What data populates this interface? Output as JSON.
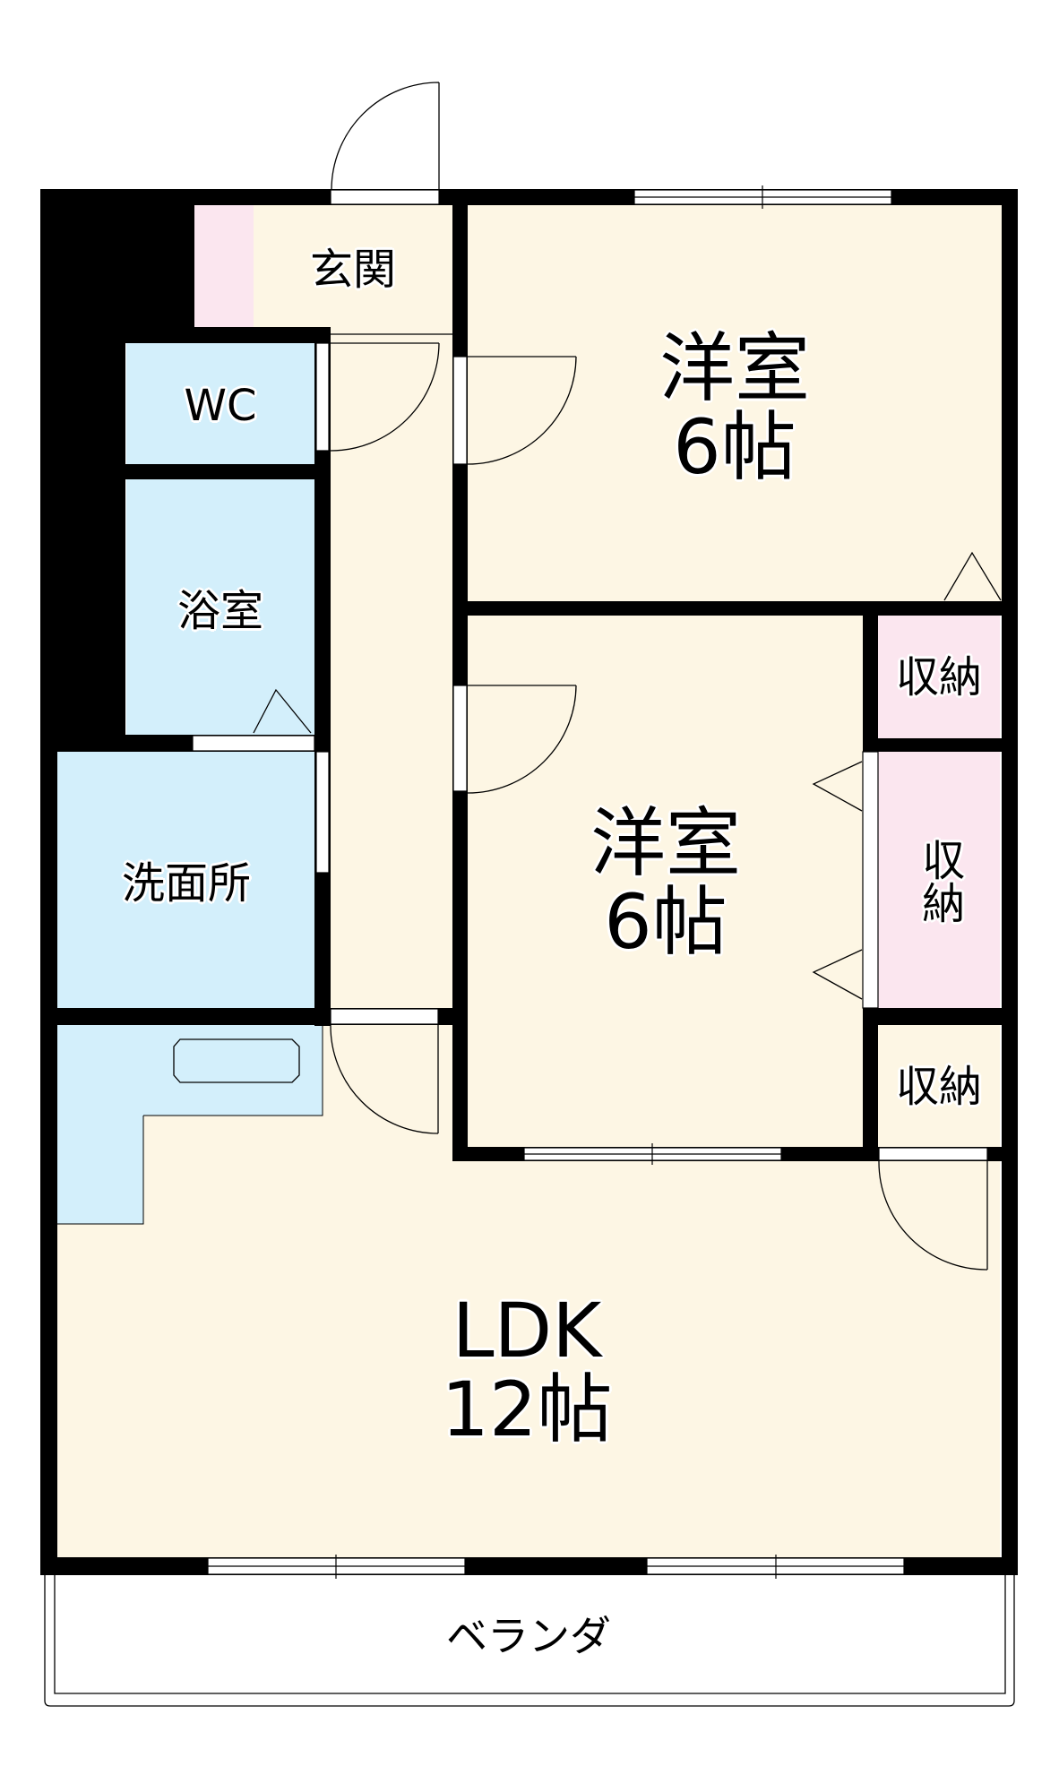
{
  "colors": {
    "floor": "#fdf6e4",
    "wet": "#d3effb",
    "storage": "#fbe6ef",
    "wall": "#000000"
  },
  "rooms": {
    "genkan": {
      "label": "玄関"
    },
    "wc": {
      "label": "WC"
    },
    "bath": {
      "label": "浴室"
    },
    "washroom": {
      "label": "洗面所"
    },
    "western1": {
      "label": "洋室",
      "size": "6帖"
    },
    "western2": {
      "label": "洋室",
      "size": "6帖"
    },
    "storage1": {
      "label": "収納"
    },
    "storage2": {
      "label": "収納"
    },
    "storage3": {
      "label": "収納"
    },
    "ldk": {
      "label": "LDK",
      "size": "12帖"
    },
    "balcony": {
      "label": "ベランダ"
    }
  }
}
